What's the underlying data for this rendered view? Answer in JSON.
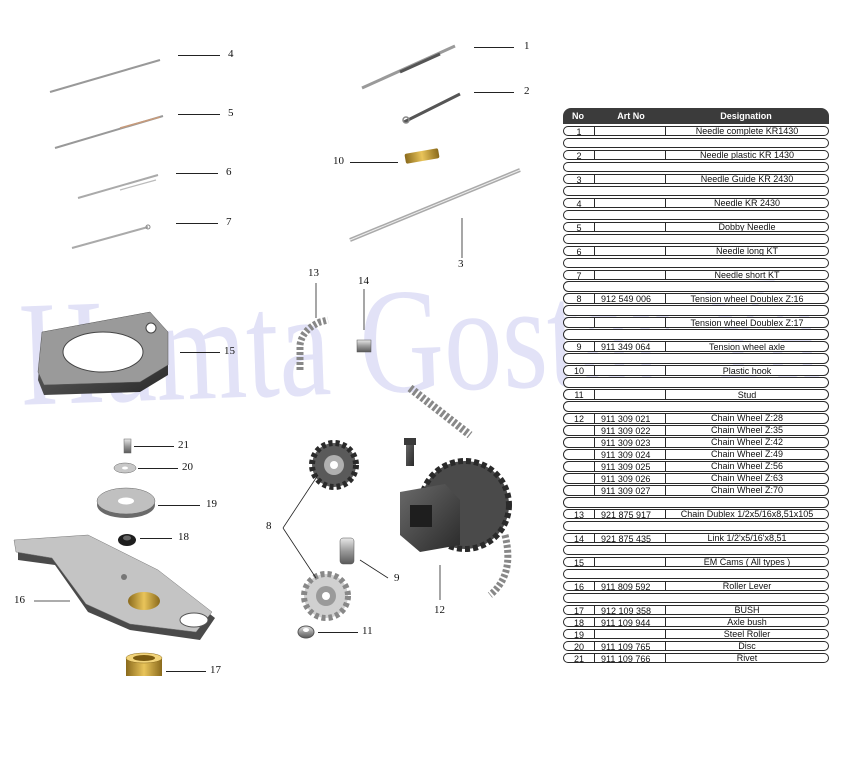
{
  "watermark": "Hamta Gostar Ya",
  "callouts": [
    "1",
    "2",
    "3",
    "4",
    "5",
    "6",
    "7",
    "8",
    "9",
    "10",
    "11",
    "12",
    "13",
    "14",
    "15",
    "16",
    "17",
    "18",
    "19",
    "20",
    "21"
  ],
  "table": {
    "headers": {
      "no": "No",
      "art": "Art No",
      "designation": "Designation"
    },
    "rows": [
      {
        "no": "1",
        "art": "",
        "des": "Needle complete KR1430"
      },
      {
        "no": "",
        "art": "",
        "des": ""
      },
      {
        "no": "2",
        "art": "",
        "des": "Needle plastic KR 1430"
      },
      {
        "no": "",
        "art": "",
        "des": ""
      },
      {
        "no": "3",
        "art": "",
        "des": "Needle Guide KR 2430"
      },
      {
        "no": "",
        "art": "",
        "des": ""
      },
      {
        "no": "4",
        "art": "",
        "des": "Needle KR 2430"
      },
      {
        "no": "",
        "art": "",
        "des": ""
      },
      {
        "no": "5",
        "art": "",
        "des": "Dobby Needle"
      },
      {
        "no": "",
        "art": "",
        "des": ""
      },
      {
        "no": "6",
        "art": "",
        "des": "Needle long KT"
      },
      {
        "no": "",
        "art": "",
        "des": ""
      },
      {
        "no": "7",
        "art": "",
        "des": "Needle short KT"
      },
      {
        "no": "",
        "art": "",
        "des": ""
      },
      {
        "no": "8",
        "art": "912 549 006",
        "des": "Tension wheel Doublex Z:16"
      },
      {
        "no": "",
        "art": "",
        "des": ""
      },
      {
        "no": "",
        "art": "",
        "des": "Tension wheel Doublex Z:17"
      },
      {
        "no": "",
        "art": "",
        "des": ""
      },
      {
        "no": "9",
        "art": "911 349 064",
        "des": "Tension wheel axle"
      },
      {
        "no": "",
        "art": "",
        "des": ""
      },
      {
        "no": "10",
        "art": "",
        "des": "Plastic hook"
      },
      {
        "no": "",
        "art": "",
        "des": ""
      },
      {
        "no": "11",
        "art": "",
        "des": "Stud"
      },
      {
        "no": "",
        "art": "",
        "des": ""
      },
      {
        "no": "12",
        "art": "911 309 021",
        "des": "Chain Wheel Z:28"
      },
      {
        "no": "",
        "art": "911 309 022",
        "des": "Chain Wheel Z:35"
      },
      {
        "no": "",
        "art": "911 309 023",
        "des": "Chain Wheel Z:42"
      },
      {
        "no": "",
        "art": "911 309 024",
        "des": "Chain Wheel Z:49"
      },
      {
        "no": "",
        "art": "911 309 025",
        "des": "Chain Wheel Z:56"
      },
      {
        "no": "",
        "art": "911 309 026",
        "des": "Chain Wheel Z:63"
      },
      {
        "no": "",
        "art": "911 309 027",
        "des": "Chain Wheel Z:70"
      },
      {
        "no": "",
        "art": "",
        "des": ""
      },
      {
        "no": "13",
        "art": "921 875 917",
        "des": "Chain Dublex 1/2x5/16x8,51x105"
      },
      {
        "no": "",
        "art": "",
        "des": ""
      },
      {
        "no": "14",
        "art": "921 875 435",
        "des": "Link 1/2'x5/16'x8,51"
      },
      {
        "no": "",
        "art": "",
        "des": ""
      },
      {
        "no": "15",
        "art": "",
        "des": "EM Cams ( All types )"
      },
      {
        "no": "",
        "art": "",
        "des": ""
      },
      {
        "no": "16",
        "art": "911 809 592",
        "des": "Roller Lever"
      },
      {
        "no": "",
        "art": "",
        "des": ""
      },
      {
        "no": "17",
        "art": "912 109 358",
        "des": "BUSH"
      },
      {
        "no": "18",
        "art": "911 109 944",
        "des": "Axle bush"
      },
      {
        "no": "19",
        "art": "",
        "des": "Steel Roller"
      },
      {
        "no": "20",
        "art": "911 109 765",
        "des": "Disc"
      },
      {
        "no": "21",
        "art": "911 109 766",
        "des": "Rivet"
      }
    ]
  }
}
